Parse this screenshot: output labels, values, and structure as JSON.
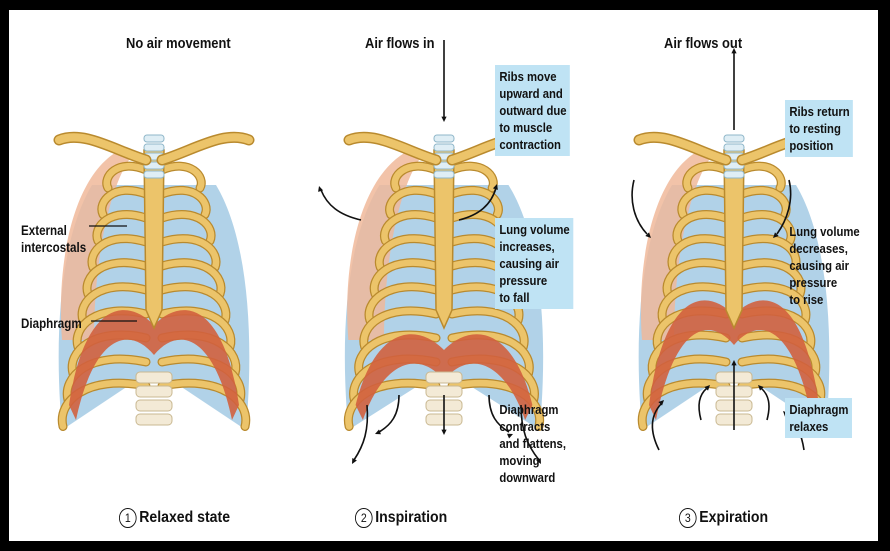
{
  "panels": [
    {
      "top_label": "No air movement",
      "step_number": "1",
      "step_title": "Relaxed state",
      "side_labels": [
        "External\nintercostals",
        "Diaphragm"
      ]
    },
    {
      "top_label": "Air flows in",
      "step_number": "2",
      "step_title": "Inspiration",
      "callouts": [
        "Ribs move\nupward and\noutward due\nto muscle\ncontraction",
        "Lung volume\nincreases,\ncausing air\npressure\nto fall",
        "Diaphragm\ncontracts\nand flattens,\nmoving\ndownward"
      ]
    },
    {
      "top_label": "Air flows out",
      "step_number": "3",
      "step_title": "Expiration",
      "callouts": [
        "Ribs return\nto resting\nposition",
        "Lung volume\ndecreases,\ncausing air\npressure\nto rise",
        "Diaphragm\nrelaxes"
      ]
    }
  ],
  "colors": {
    "background": "#ffffff",
    "frame": "#000000",
    "bone": "#ecc46a",
    "bone_outline": "#b98a2e",
    "muscle": "#d2603e",
    "muscle_light": "#f0b89a",
    "pleura": "#a9cde6",
    "callout_fill": "#bfe3f4",
    "arrow": "#111111"
  }
}
